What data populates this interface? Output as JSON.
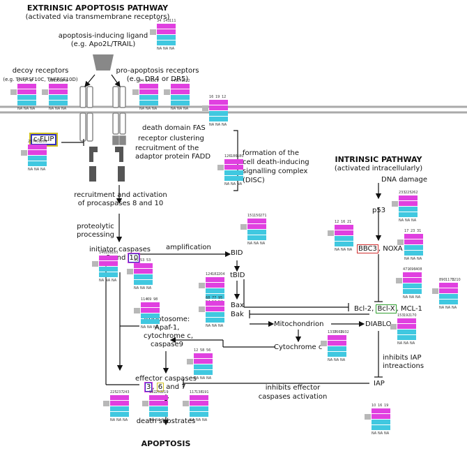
{
  "extrinsic": {
    "title": "EXTRINSIC APOPTOSIS PATHWAY",
    "subtitle": "(activated via transmembrane receptors)"
  },
  "ligand": {
    "line1": "apoptosis-inducing ligand",
    "line2": "(e.g. Apo2L/TRAIL)"
  },
  "decoy": {
    "line1": "decoy receptors",
    "line2": "(e.g. TNFRSF10C, TNFRSF10D)"
  },
  "pro": {
    "line1": "pro-apoptosis receptors",
    "line2": "(e.g. DR4 or DR5)"
  },
  "cflip": "c-FLIP",
  "death_domain": "death domain FAS",
  "clustering": "receptor clustering",
  "fadd": {
    "line1": "recruitment of the",
    "line2": "adaptor protein FADD"
  },
  "disc": {
    "line1": "formation of the",
    "line2": "cell death-inducing",
    "line3": "signalling complex",
    "line4": "(DISC)"
  },
  "intrinsic": {
    "title": "INTRINSIC PATHWAY",
    "subtitle": "(activated intracellularly)"
  },
  "dna_damage": "DNA damage",
  "p53": "p53",
  "procasp": {
    "line1": "recruitment and activation",
    "line2": "of procaspases 8 and 10"
  },
  "proteolytic": {
    "line1": "proteolytic",
    "line2": "processing"
  },
  "initiator": {
    "line1": "initiator caspases",
    "line2a": "8 and ",
    "num": "10"
  },
  "amplification": "amplification",
  "bid": "BID",
  "tbid": "tBID",
  "bax": "Bax",
  "bak": "Bak",
  "bbc3": "BBC3",
  "noxa": ", NOXA",
  "bcl2": "Bcl-2, ",
  "bclx": "Bcl-X",
  "mcl1": ", MCL-1",
  "mito": "Mitochondrion",
  "diablo": "DIABLO",
  "cytc": "Cytochrome c",
  "apoptosome": {
    "line1": "Apoptosome:",
    "line2": "Apaf-1,",
    "line3": "cytochrome c,",
    "line4": "caspase9"
  },
  "inhibits_iap": {
    "line1": "inhibits IAP",
    "line2": "intreactions"
  },
  "iap": "IAP",
  "effector": {
    "line1": "effector caspases",
    "n3": "3",
    "n6": "6",
    "and7": " and 7"
  },
  "inhibits_eff": {
    "line1": "inhibits effector",
    "line2": "caspases activation"
  },
  "death_sub": "death substrates",
  "apoptosis": "APOPTOSIS",
  "na": "NA",
  "colors": {
    "magenta": "#e040e0",
    "cyan": "#40c8e0",
    "gray": "#b8b8b8",
    "red": "#d03030",
    "blue": "#3030c0",
    "green": "#30a030",
    "yellow": "#d0c020"
  },
  "glyphs": {
    "ligand": [
      "34",
      "143",
      "111"
    ],
    "decoy1": [
      "0",
      "0",
      "0"
    ],
    "decoy2": [
      "285",
      "305",
      "346"
    ],
    "pro1": [
      "74",
      "143",
      "111"
    ],
    "pro2": [
      "445",
      "572",
      "522"
    ],
    "membrane": [
      "16",
      "19",
      "12"
    ],
    "cflip": [
      "297",
      "408",
      "269"
    ],
    "disc": [
      "126",
      "186",
      "180"
    ],
    "p53": [
      "233",
      "225",
      "262"
    ],
    "bbc3": [
      "12",
      "16",
      "21"
    ],
    "noxa": [
      "17",
      "23",
      "31"
    ],
    "bid": [
      "151",
      "150",
      "271"
    ],
    "initiator_a": [
      "140",
      "188",
      "185"
    ],
    "initiator_b": [
      "45",
      "53",
      "53"
    ],
    "tbid_a": [
      "124",
      "182",
      "204"
    ],
    "tbid_b": [
      "68",
      "77",
      "95"
    ],
    "apoptosome": [
      "114",
      "69",
      "98"
    ],
    "bcl2": [
      "471",
      "696",
      "408"
    ],
    "bclx": [
      "890",
      "1173",
      "1210"
    ],
    "mcl1": [
      "153",
      "192",
      "170"
    ],
    "cytc": [
      "1337",
      "1663",
      "1932"
    ],
    "casp9": [
      "12",
      "58",
      "56"
    ],
    "iap": [
      "10",
      "16",
      "19"
    ],
    "eff1": [
      "225",
      "237",
      "243"
    ],
    "eff2": [
      "182",
      "252",
      "219"
    ],
    "eff3": [
      "117",
      "138",
      "191"
    ]
  }
}
